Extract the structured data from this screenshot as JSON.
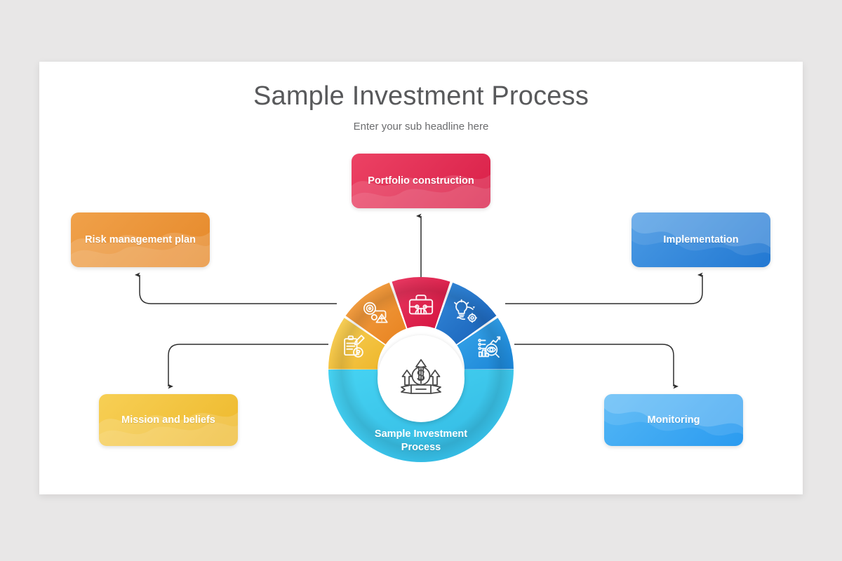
{
  "slide": {
    "title": "Sample Investment Process",
    "subtitle": "Enter your sub headline here",
    "background_color": "#e8e7e7",
    "card_color": "#ffffff"
  },
  "wheel": {
    "caption_line1": "Sample Investment",
    "caption_line2": "Process",
    "center_icon": "money-growth-icon",
    "segments": [
      {
        "id": "mission",
        "icon": "clipboard-idea-icon",
        "color_from": "#f6c council",
        "color_start": "#f7cb45",
        "color_end": "#efb326"
      },
      {
        "id": "risk",
        "icon": "risk-warning-icon",
        "color_start": "#f29a34",
        "color_end": "#e88222"
      },
      {
        "id": "portfolio",
        "icon": "briefcase-icon",
        "color_start": "#e8315b",
        "color_end": "#d6143f"
      },
      {
        "id": "implement",
        "icon": "bulb-gear-icon",
        "color_start": "#2d7fd4",
        "color_end": "#1a63bb"
      },
      {
        "id": "monitoring",
        "icon": "analytics-search-icon",
        "color_start": "#2f9ee8",
        "color_end": "#1c86d6"
      },
      {
        "id": "base",
        "icon": "",
        "color_start": "#3fcdf0",
        "color_end": "#35bce4"
      }
    ]
  },
  "nodes": [
    {
      "id": "portfolio",
      "label": "Portfolio construction",
      "color_start": "#ec4264",
      "color_end": "#d91f48",
      "wave_color": "#f37089"
    },
    {
      "id": "risk",
      "label": "Risk management plan",
      "color_start": "#f0a14a",
      "color_end": "#e6892a",
      "wave_color": "#f5b468"
    },
    {
      "id": "implement",
      "label": "Implementation",
      "color_start": "#4a9ae4",
      "color_end": "#2278d2",
      "wave_color": "#6fb1ec"
    },
    {
      "id": "mission",
      "label": "Mission and beliefs",
      "color_start": "#f7cf55",
      "color_end": "#eeb92c",
      "wave_color": "#f9da7c"
    },
    {
      "id": "monitoring",
      "label": "Monitoring",
      "color_start": "#52b6f5",
      "color_end": "#2b9bf0",
      "wave_color": "#7cc9f8"
    }
  ],
  "connectors": [
    {
      "id": "to-risk",
      "from": "wheel",
      "to": "risk",
      "direction": "up"
    },
    {
      "id": "to-portfolio",
      "from": "wheel",
      "to": "portfolio",
      "direction": "up"
    },
    {
      "id": "to-implement",
      "from": "wheel",
      "to": "implement",
      "direction": "up"
    },
    {
      "id": "to-mission",
      "from": "wheel",
      "to": "mission",
      "direction": "down"
    },
    {
      "id": "to-monitoring",
      "from": "wheel",
      "to": "monitoring",
      "direction": "down"
    }
  ],
  "colors": {
    "connector_line": "#2f2f2f",
    "title_text": "#58595b",
    "subtitle_text": "#6b6c6e",
    "node_text": "#ffffff"
  }
}
